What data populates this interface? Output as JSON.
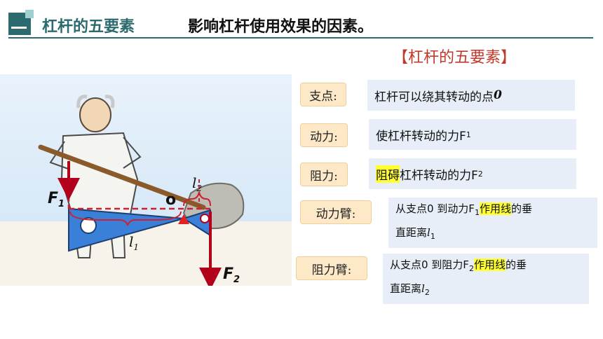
{
  "header": {
    "title": "杠杆的五要素",
    "subtitle": "影响杠杆使用效果的因素。"
  },
  "section_title": "【杠杆的五要素】",
  "diagram": {
    "f1_label": "F",
    "f1_sub": "1",
    "f2_label": "F",
    "f2_sub": "2",
    "l1_label": "l",
    "l1_sub": "1",
    "l2_label": "l",
    "l2_sub": "2",
    "o_label": "o"
  },
  "elements": [
    {
      "label": "支点:",
      "definition": "杠杆可以绕其转动的点",
      "def_tail": "0"
    },
    {
      "label": "动力:",
      "definition": "使杠杆转动的力F",
      "def_sub": "1"
    },
    {
      "label": "阻力:",
      "def_highlight": "阻碍",
      "definition": "杠杆转动的力F",
      "def_sub": "2"
    },
    {
      "label": "动力臂:",
      "line1_a": "从支点0 到动力F",
      "line1_sub": "1",
      "line1_hl": "作用线",
      "line1_b": "的垂",
      "line2": "直距离",
      "line2_var": "l",
      "line2_sub": "1"
    },
    {
      "label": "阻力臂:",
      "line1_a": "从支点0 到阻力F",
      "line1_sub": "2",
      "line1_hl": "作用线",
      "line1_b": "的垂",
      "line2": "直距离",
      "line2_var": "l",
      "line2_sub": "2"
    }
  ]
}
